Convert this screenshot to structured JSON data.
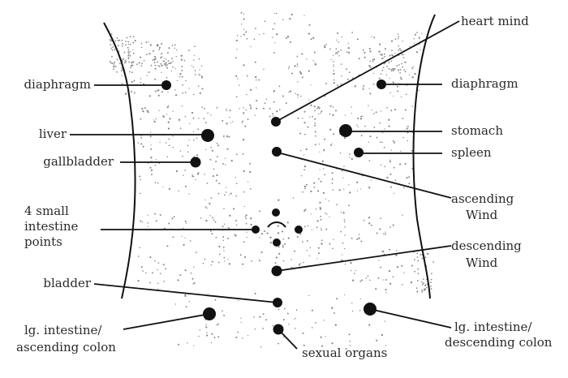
{
  "labels": {
    "heart_mind": "heart mind",
    "diaphragm_left": "diaphragm",
    "diaphragm_right": "diaphragm",
    "liver": "liver",
    "stomach": "stomach",
    "gallbladder": "gallbladder",
    "spleen": "spleen",
    "ascending_wind_1": "ascending",
    "ascending_wind_2": "Wind",
    "small_intestine_1": "4 small",
    "small_intestine_2": "intestine",
    "small_intestine_3": "points",
    "descending_wind_1": "descending",
    "descending_wind_2": "Wind",
    "bladder": "bladder",
    "lg_intestine_left_1": "lg. intestine/",
    "lg_intestine_left_2": "ascending colon",
    "lg_intestine_right_1": "lg. intestine/",
    "lg_intestine_right_2": "descending colon",
    "sexual_organs": "sexual organs"
  },
  "colors": {
    "ink": "#111111",
    "text": "#2a2a2a",
    "stipple": "#8a8a8a"
  }
}
